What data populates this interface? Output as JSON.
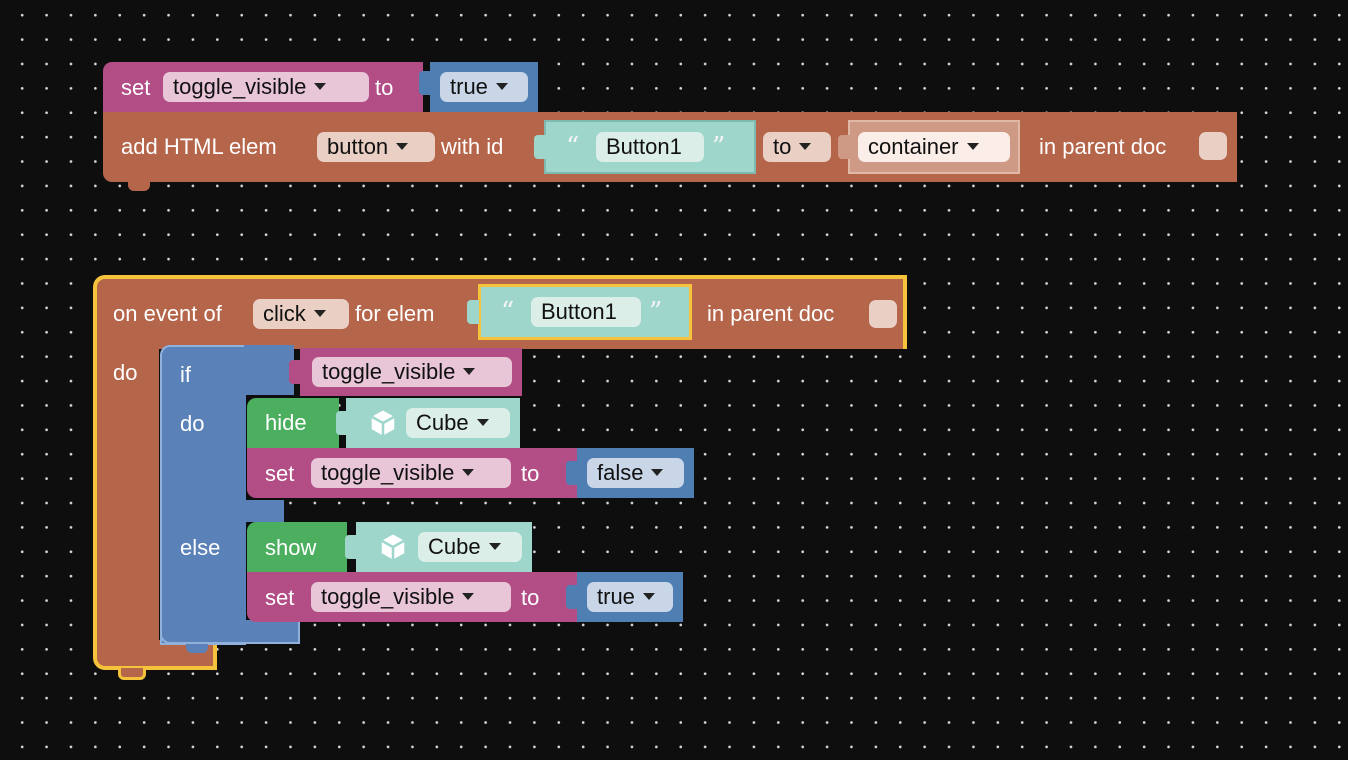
{
  "block1": {
    "set_label": "set",
    "var_name": "toggle_visible",
    "to_label": "to",
    "value": "true"
  },
  "block2": {
    "prefix": "add HTML elem",
    "elem_type": "button",
    "with_id_label": "with id",
    "open_quote": "“",
    "id_value": "Button1",
    "close_quote": "”",
    "to_option": "to",
    "target": "container",
    "suffix": "in parent doc"
  },
  "event_block": {
    "prefix": "on event of",
    "event": "click",
    "for_elem_label": "for elem",
    "open_quote": "“",
    "elem_id": "Button1",
    "close_quote": "”",
    "suffix": "in parent doc",
    "do_label": "do"
  },
  "if_block": {
    "if_label": "if",
    "do_label": "do",
    "else_label": "else",
    "condition_var": "toggle_visible"
  },
  "then_branch": {
    "hide_label": "hide",
    "hide_object": "Cube",
    "set_label": "set",
    "var_name": "toggle_visible",
    "to_label": "to",
    "value": "false"
  },
  "else_branch": {
    "show_label": "show",
    "show_object": "Cube",
    "set_label": "set",
    "var_name": "toggle_visible",
    "to_label": "to",
    "value": "true"
  },
  "icons": {
    "object": "cube-icon",
    "dropdown": "chevron-down-icon",
    "checkbox": "checkbox-icon"
  },
  "colors": {
    "canvas": "#0e0e0e",
    "variable": "#b34d86",
    "logic_bool": "#4f7fb2",
    "html": "#b5654a",
    "string": "#9fd6cc",
    "visibility": "#4caf5f",
    "control": "#5b82b8",
    "selection": "#f5c33b"
  }
}
